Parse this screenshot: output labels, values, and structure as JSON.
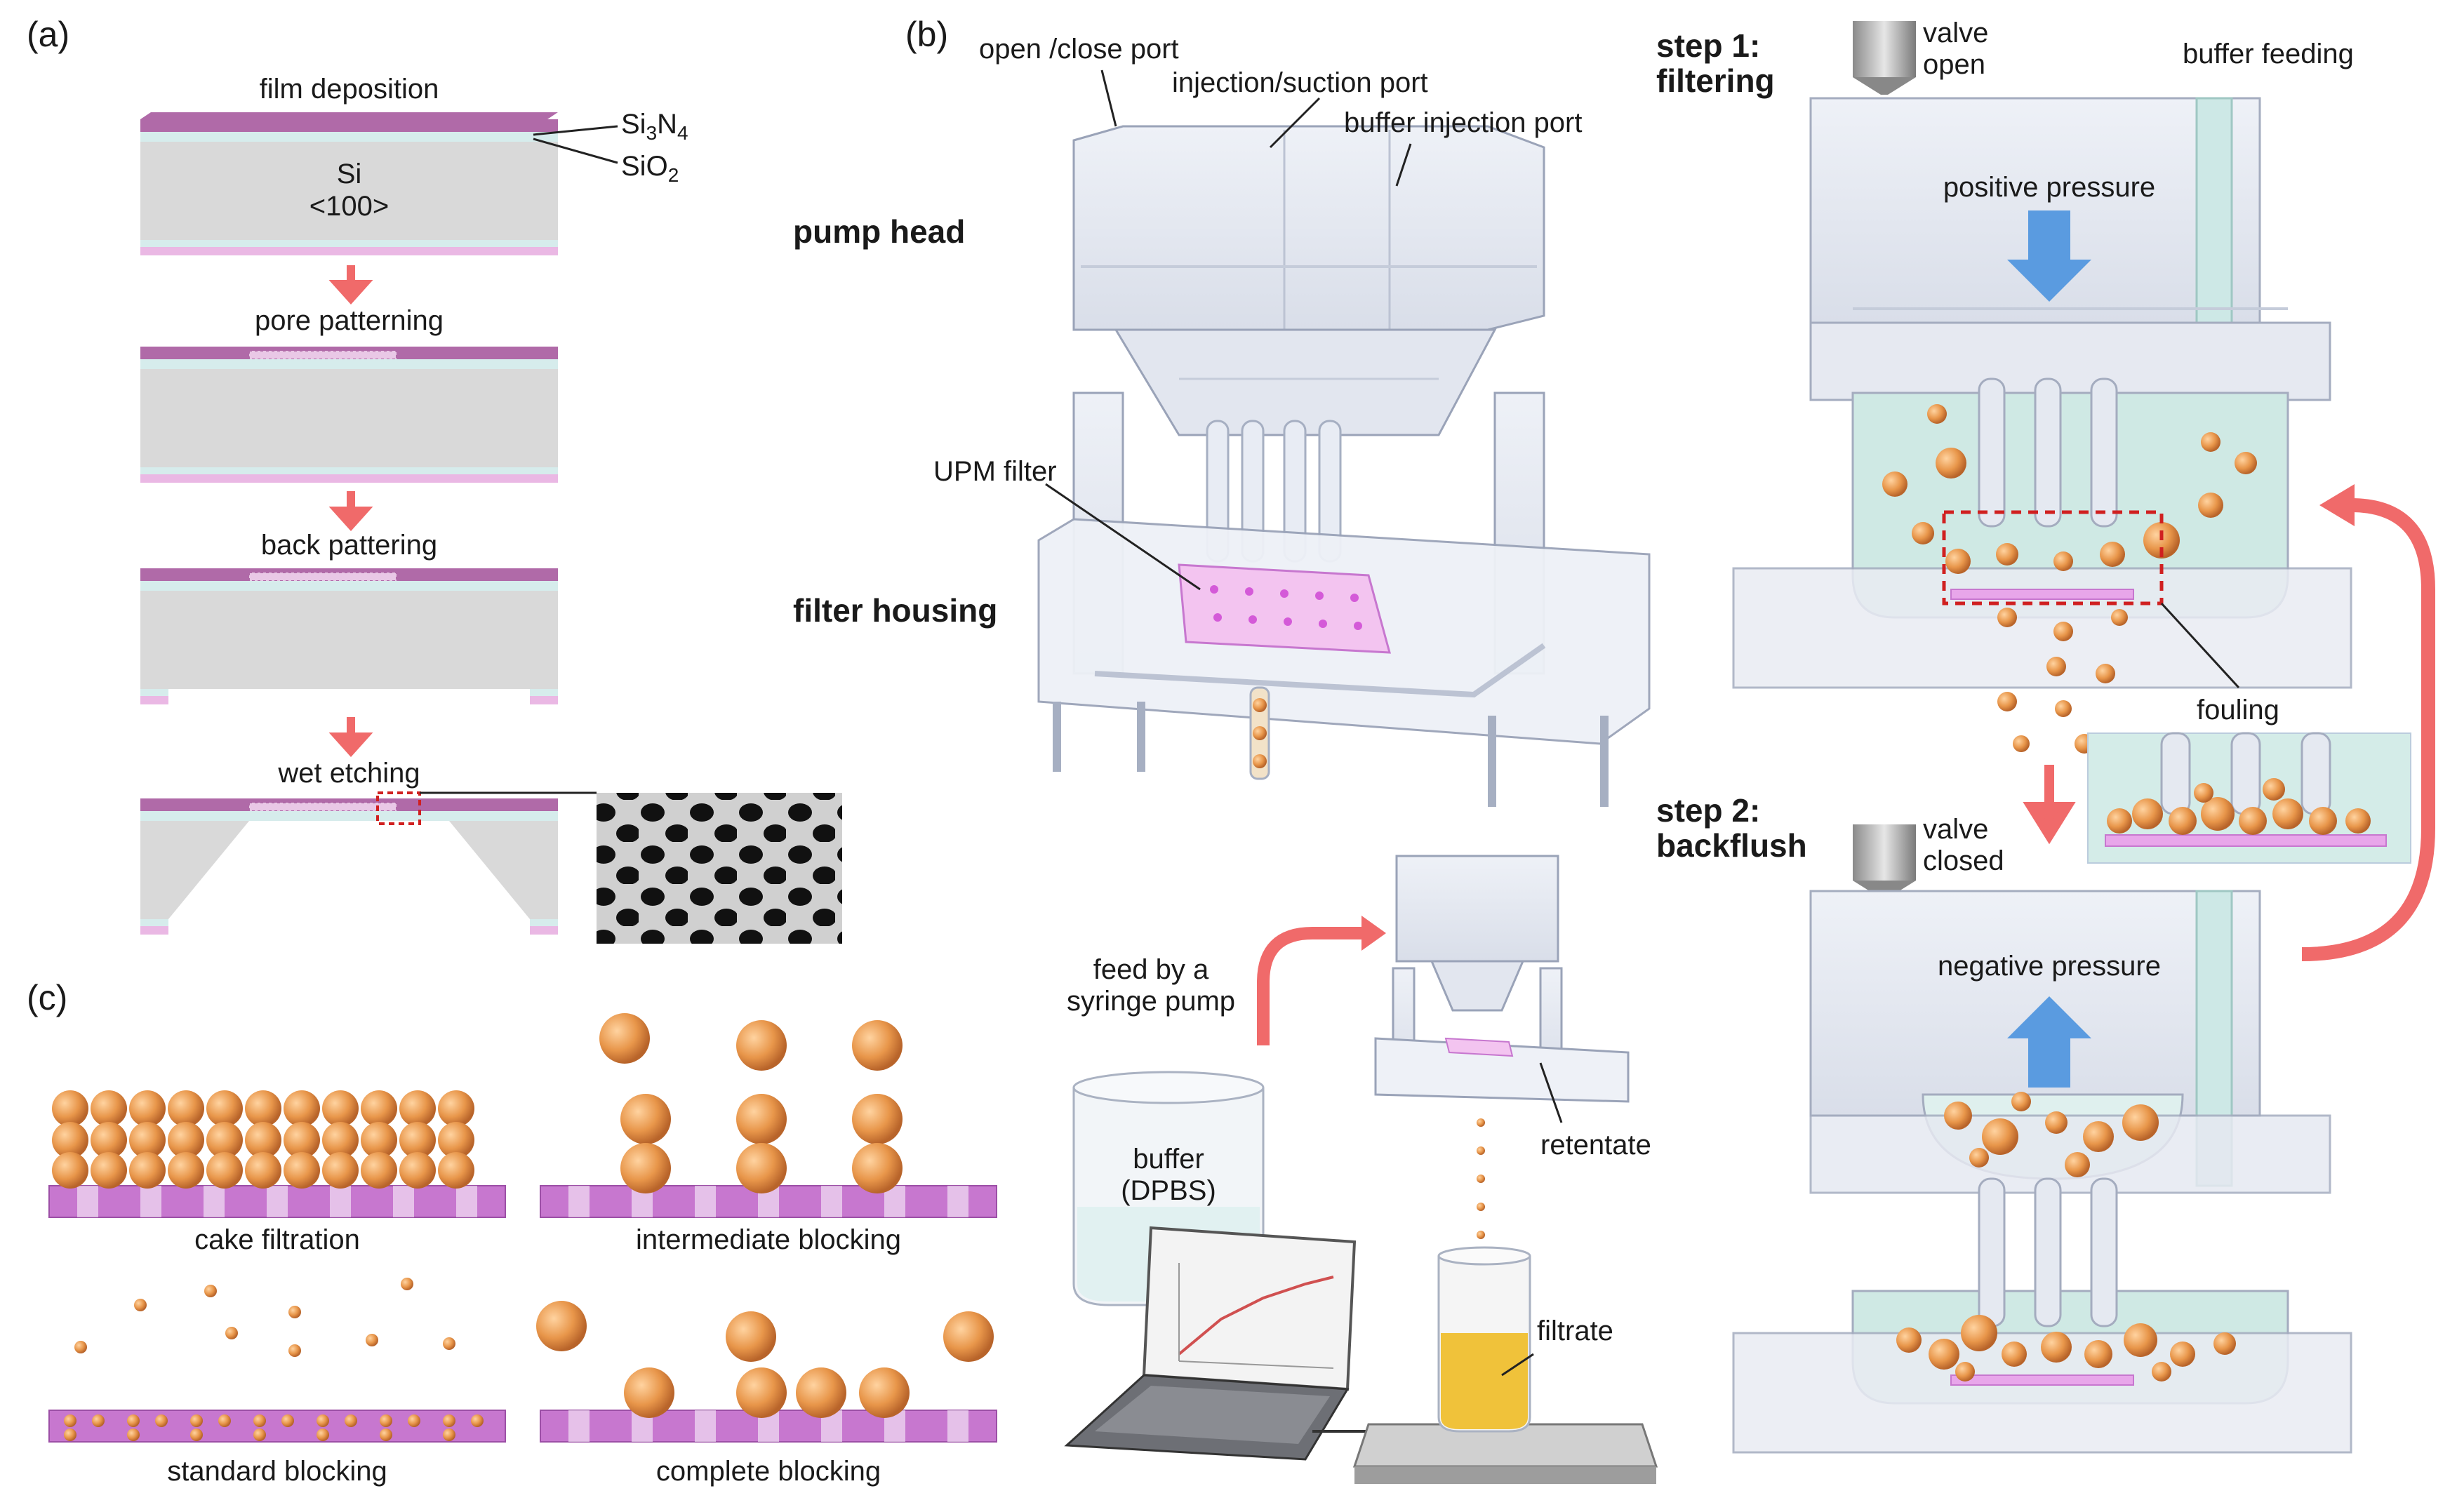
{
  "panels": {
    "a": "(a)",
    "b": "(b)",
    "c": "(c)"
  },
  "panel_a": {
    "steps": [
      "film deposition",
      "pore patterning",
      "back pattering",
      "wet etching"
    ],
    "layers": {
      "si3n4_base": "Si",
      "si3n4_sub1": "3",
      "si3n4_mid": "N",
      "si3n4_sub2": "4",
      "sio2_base": "SiO",
      "sio2_sub": "2",
      "si_line1": "Si",
      "si_line2": "<100>"
    }
  },
  "panel_b": {
    "labels": {
      "open_close_port": "open /close port",
      "injection_suction_port": "injection/suction port",
      "buffer_injection_port": "buffer injection port",
      "pump_head": "pump head",
      "upm_filter": "UPM filter",
      "filter_housing": "filter housing",
      "feed_line1": "feed by a",
      "feed_line2": "syringe pump",
      "retentate": "retentate",
      "buffer_line1": "buffer",
      "buffer_line2": "(DPBS)",
      "filtrate": "filtrate"
    }
  },
  "panel_steps": {
    "step1_line1": "step 1:",
    "step1_line2": "filtering",
    "valve_open_line1": "valve",
    "valve_open_line2": "open",
    "buffer_feeding": "buffer feeding",
    "positive_pressure": "positive pressure",
    "fouling": "fouling",
    "step2_line1": "step 2:",
    "step2_line2": "backflush",
    "valve_closed_line1": "valve",
    "valve_closed_line2": "closed",
    "negative_pressure": "negative pressure"
  },
  "panel_c": {
    "cake": "cake filtration",
    "intermediate": "intermediate blocking",
    "standard": "standard blocking",
    "complete": "complete blocking"
  },
  "colors": {
    "arrow_red": "#f06a6a",
    "nitride": "#b06aa8",
    "oxide": "#d6ecec",
    "silicon": "#d9d9d9",
    "particle": "#e8964a",
    "blue_arrow": "#5a9be0",
    "membrane": "#c777cf"
  }
}
